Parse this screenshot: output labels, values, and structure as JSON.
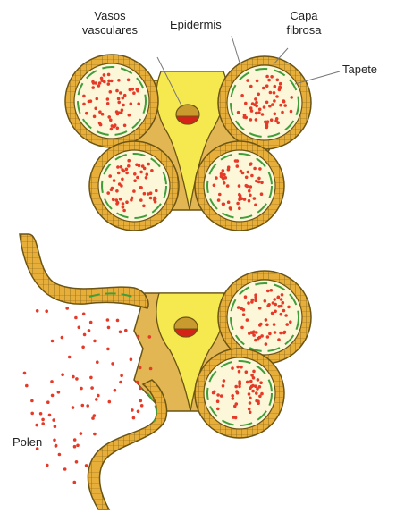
{
  "labels": {
    "vasos_line1": "Vasos",
    "vasos_line2": "vasculares",
    "epidermis": "Epidermis",
    "capa_line1": "Capa",
    "capa_line2": "fibrosa",
    "tapete": "Tapete",
    "polen": "Polen"
  },
  "colors": {
    "outline": "#6b5414",
    "wall": "#e8ae3a",
    "wall_cell_line": "#7a5a14",
    "connective": "#e1b653",
    "core": "#f6e84f",
    "sac_fill": "#fdf7da",
    "tapete": "#3f9e3a",
    "pollen": "#e53a28",
    "vessel_red": "#d42418",
    "vessel_ochre": "#c99a2e"
  }
}
